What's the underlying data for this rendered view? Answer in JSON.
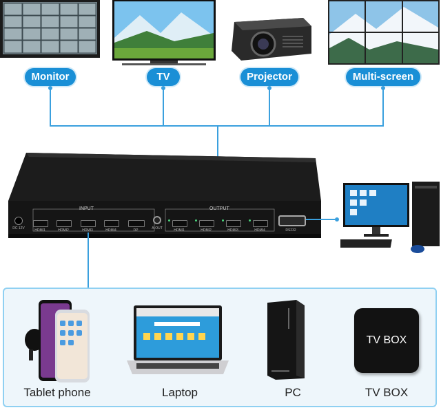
{
  "top_devices": [
    {
      "label": "Monitor"
    },
    {
      "label": "TV"
    },
    {
      "label": "Projector"
    },
    {
      "label": "Multi-screen"
    }
  ],
  "device_panel": {
    "input_heading": "INPUT",
    "output_heading": "OUTPUT",
    "power_label": "DC 12V",
    "audio_label": "A-OUT",
    "serial_label": "RS232",
    "input_ports": [
      "HDMI1",
      "HDMI2",
      "HDMI3",
      "HDMI4",
      "DP"
    ],
    "output_ports": [
      "HDMI1",
      "HDMI2",
      "HDMI3",
      "HDMI4"
    ]
  },
  "bottom_devices": [
    {
      "label": "Tablet phone"
    },
    {
      "label": "Laptop"
    },
    {
      "label": "PC"
    },
    {
      "label": "TV BOX"
    }
  ],
  "tvbox_text": "TV BOX",
  "colors": {
    "accent": "#1a8fd6",
    "line": "#3aa0de",
    "panel_bg": "#eef6fb"
  }
}
